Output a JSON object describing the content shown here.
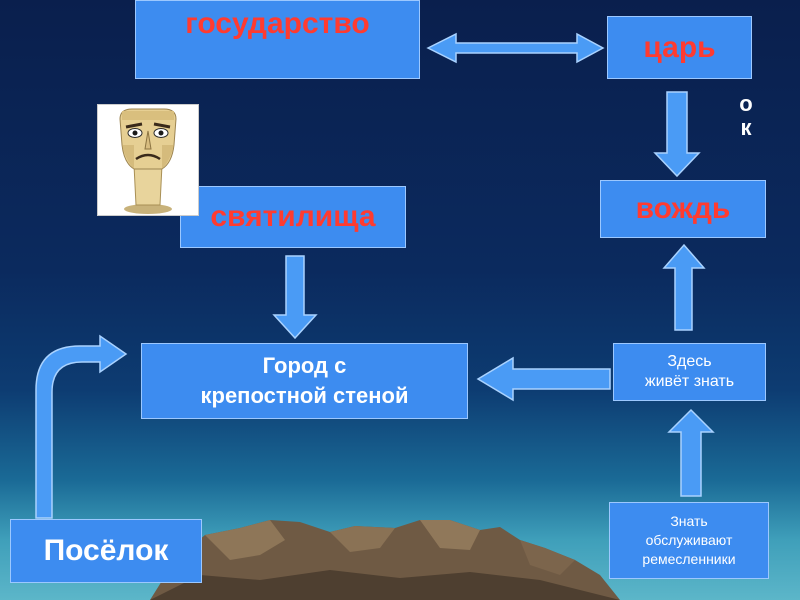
{
  "boxes": {
    "state": "государство",
    "tsar": "царь",
    "sanctuaries": "святилища",
    "leader": "вождь",
    "city_line1": "Город с",
    "city_line2": "крепостной стеной",
    "nobility_line1": "Здесь",
    "nobility_line2": "живёт знать",
    "craftsmen_line1": "Знать",
    "craftsmen_line2": "обслуживают",
    "craftsmen_line3": "ремесленники",
    "settlement": "Посёлок"
  },
  "vertical_fragment": [
    "о",
    "к"
  ],
  "colors": {
    "box_fill": "#3d8cf0",
    "red_text": "#ff3b30",
    "arrow_fill": "#4a9bf5"
  }
}
